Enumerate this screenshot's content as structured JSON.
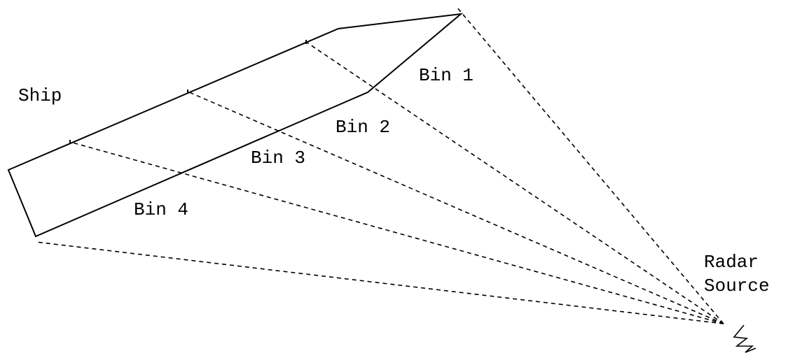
{
  "labels": {
    "ship": "Ship",
    "bin1": "Bin 1",
    "bin2": "Bin 2",
    "bin3": "Bin 3",
    "bin4": "Bin 4",
    "radar_line1": "Radar",
    "radar_line2": "Source"
  },
  "icons": {
    "radar_source": "lightning-bolt-icon"
  },
  "colors": {
    "line": "#000000",
    "background": "#ffffff"
  }
}
